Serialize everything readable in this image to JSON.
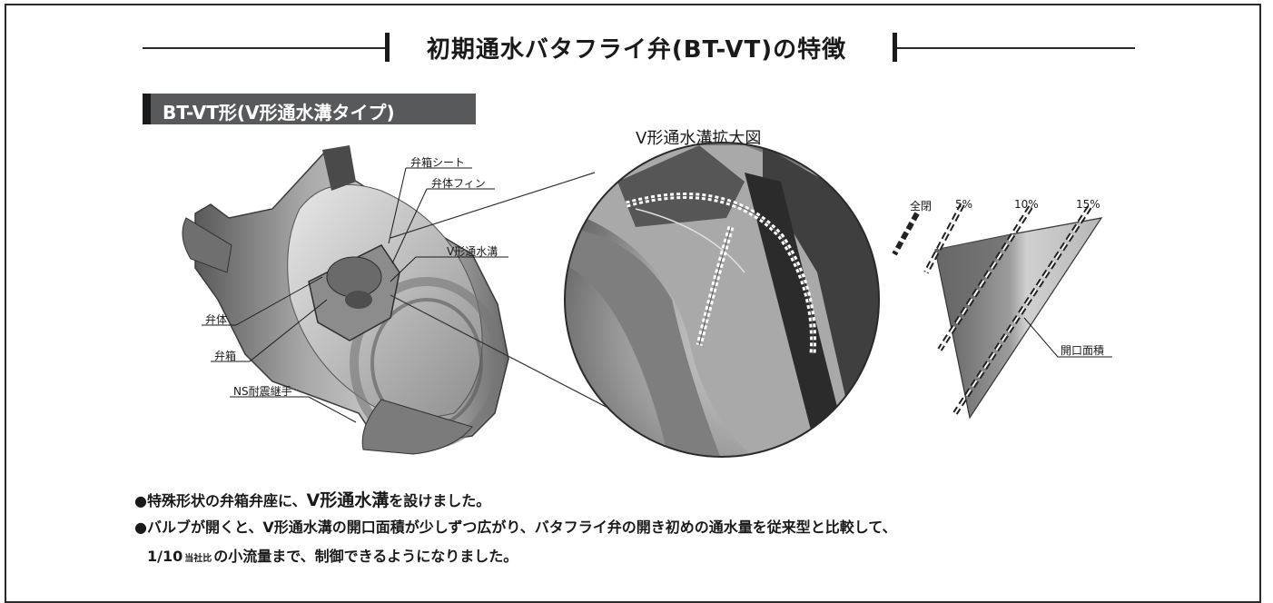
{
  "title": "初期通水バタフライ弁(BT-VT)の特徴",
  "section_tag": "BT-VT形(V形通水溝タイプ)",
  "figure_title": "V形通水溝拡大図",
  "labels": {
    "seat": "弁箱シート",
    "fin": "弁体フィン",
    "groove": "V形通水溝",
    "disc": "弁体",
    "body": "弁箱",
    "joint": "NS耐震継手",
    "area": "開口面積"
  },
  "openings": [
    "全閉",
    "5%",
    "10%",
    "15%"
  ],
  "bullets": {
    "b1_prefix": "●特殊形状の弁箱弁座に、",
    "b1_emph": "V形通水溝",
    "b1_suffix": "を設けました。",
    "b2": "●バルブが開くと、V形通水溝の開口面積が少しずつ広がり、バタフライ弁の開き初めの通水量を従来型と比較して、",
    "b3_prefix": "1/10",
    "b3_small": "当社比",
    "b3_suffix": "の小流量まで、制御できるようになりました。"
  }
}
